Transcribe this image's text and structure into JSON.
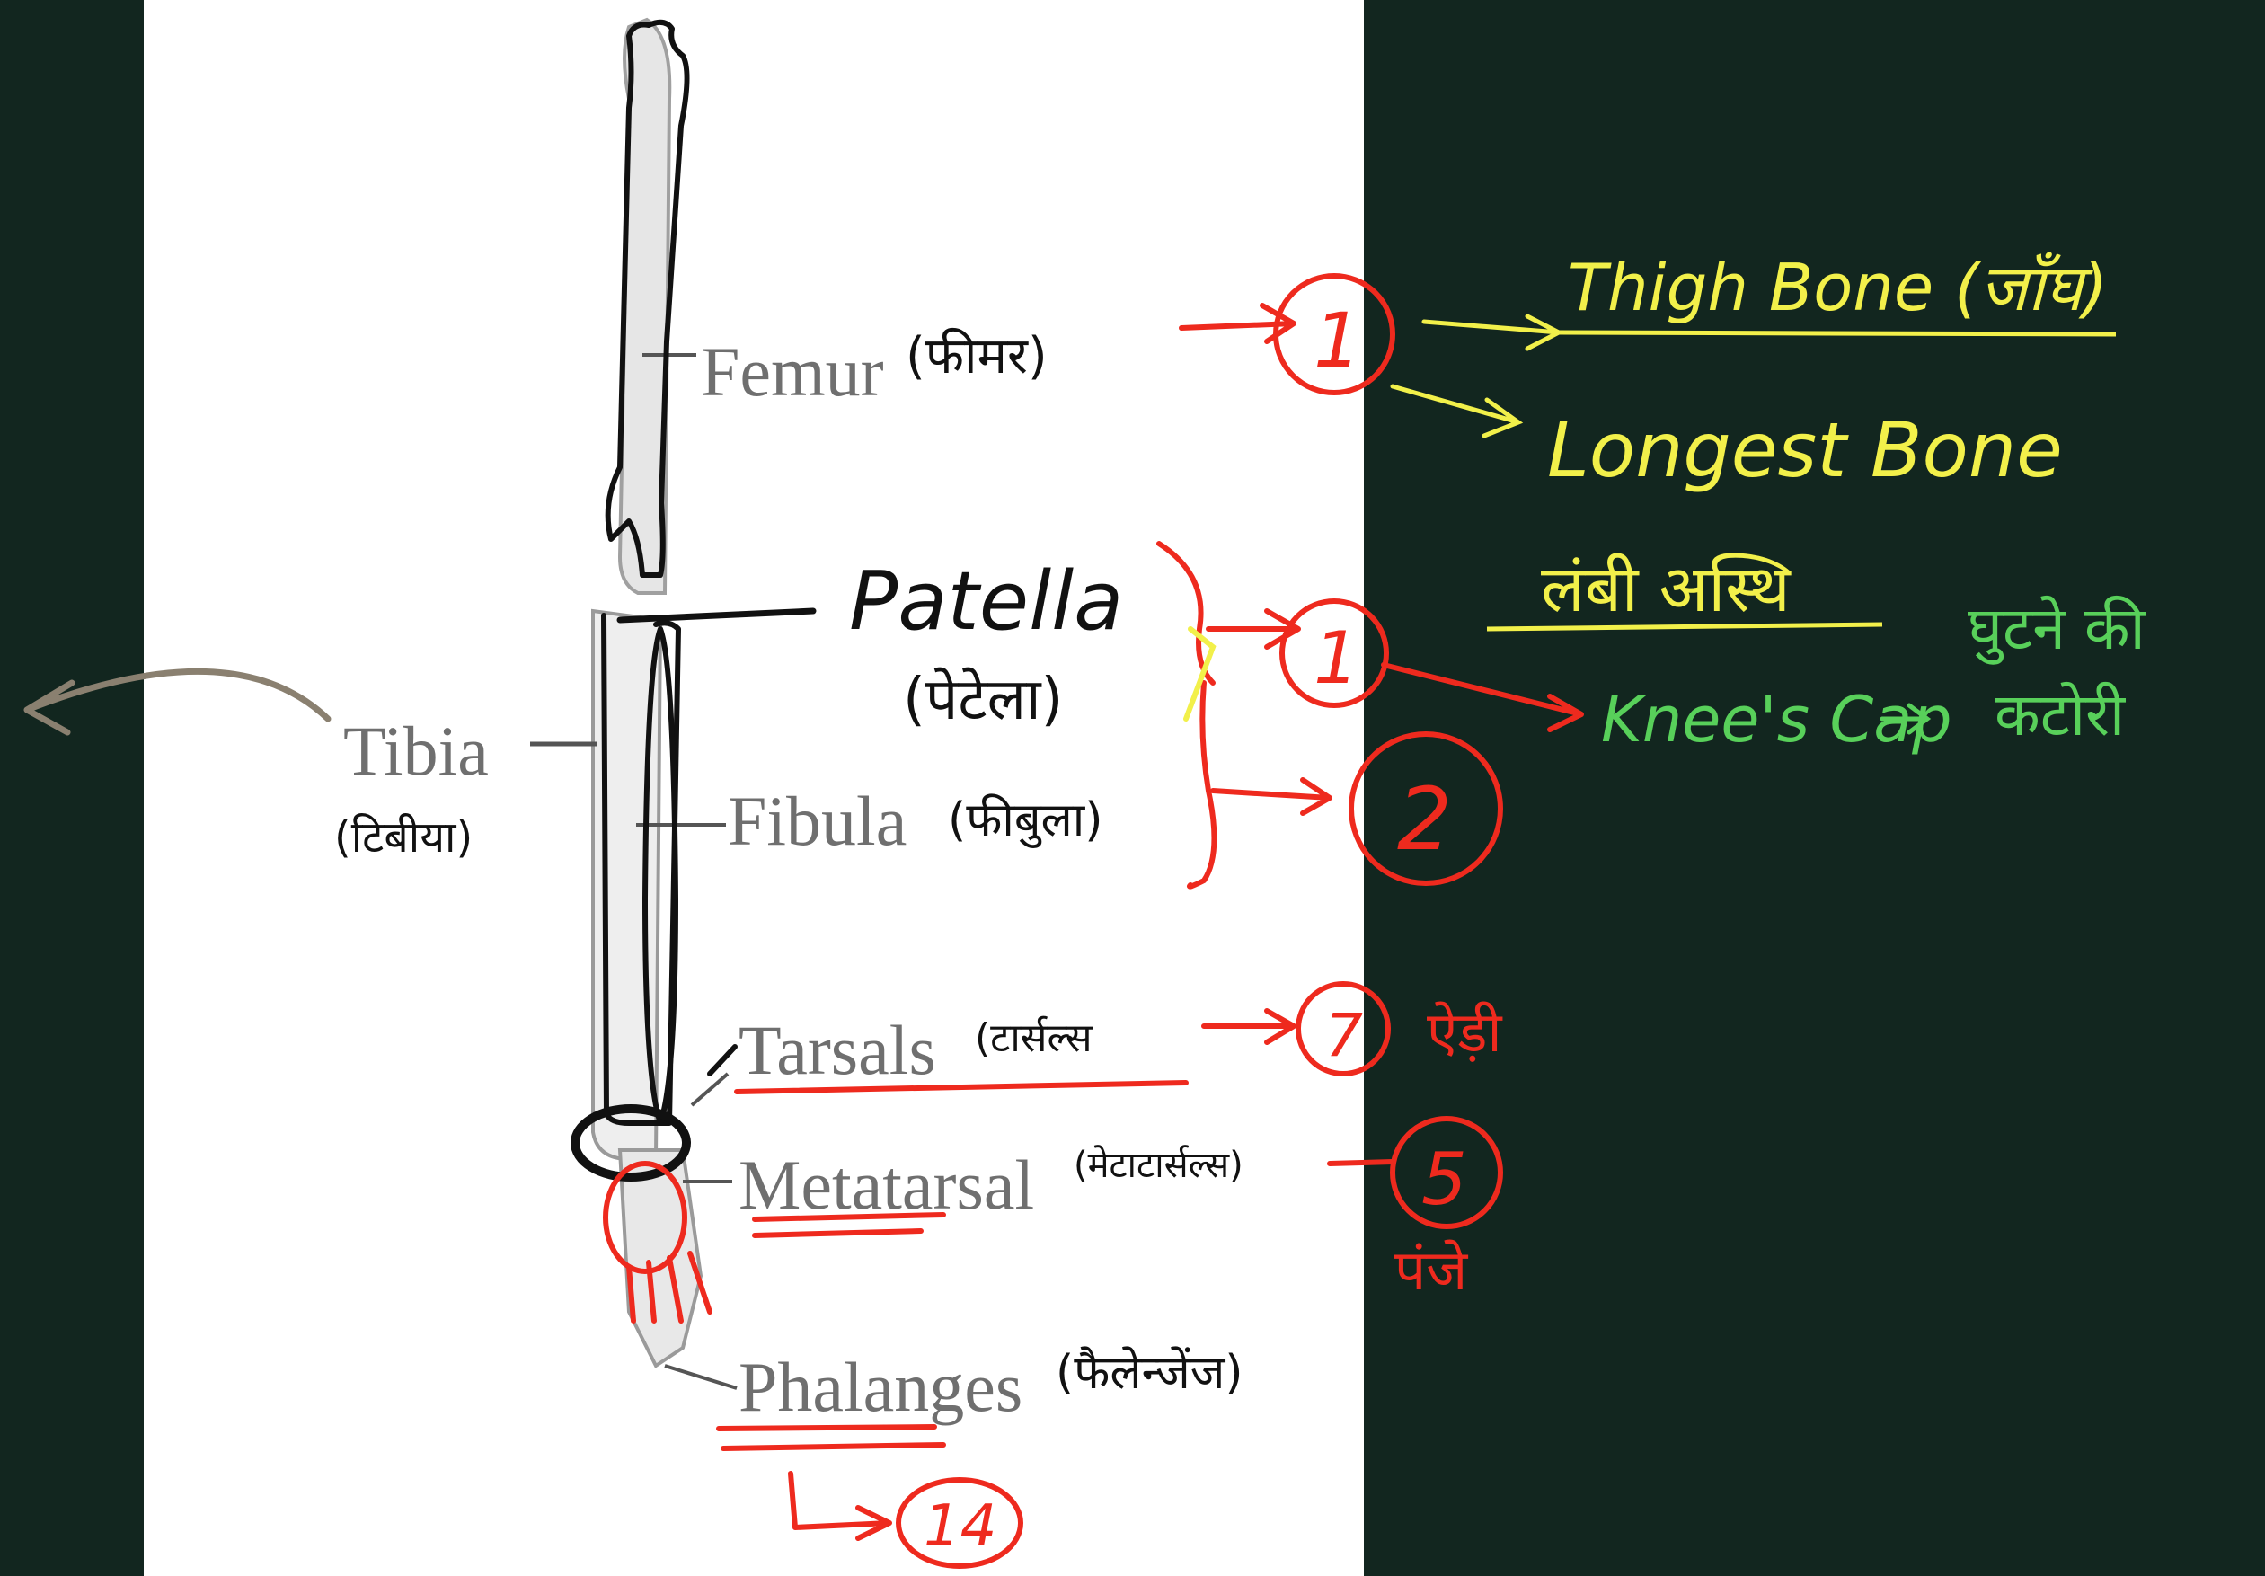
{
  "diagram": {
    "printed_labels": {
      "femur": "Femur",
      "patella": "Patella",
      "tibia": "Tibia",
      "fibula": "Fibula",
      "tarsals": "Tarsals",
      "metatarsal": "Metatarsal",
      "phalanges": "Phalanges"
    },
    "hindi_labels": {
      "femur": "(फीमर)",
      "patella": "(पेटेला)",
      "tibia": "(टिबीया)",
      "fibula": "(फीबुला)",
      "tarsals": "(टार्सल्स",
      "metatarsal": "(मेटाटार्सल्स)",
      "phalanges": "(फैलेन्जेंज)"
    },
    "counts": {
      "femur": "1",
      "patella": "1",
      "fibula_tibia": "2",
      "tarsals": "7",
      "metatarsal": "5",
      "phalanges": "14"
    },
    "count_notes": {
      "tarsals": "ऐड़ी",
      "metatarsal": "पंजे"
    },
    "femur_notes": {
      "thigh_bone": "Thigh Bone (जाँघ)",
      "longest_bone": "Longest Bone",
      "longest_bone_hindi": "लंबी अस्थि"
    },
    "patella_notes": {
      "knee_cap": "Knee's Cap",
      "knee_cap_hindi_line1": "घुटने की",
      "knee_cap_hindi_line2": "कटोरी"
    },
    "colors": {
      "background": "#12261f",
      "paper": "#ffffff",
      "annotation_red": "#ee2a1e",
      "annotation_yellow": "#f2f04a",
      "annotation_green": "#58d05a",
      "printed_text": "#6f6f6f",
      "ink": "#111111"
    }
  }
}
